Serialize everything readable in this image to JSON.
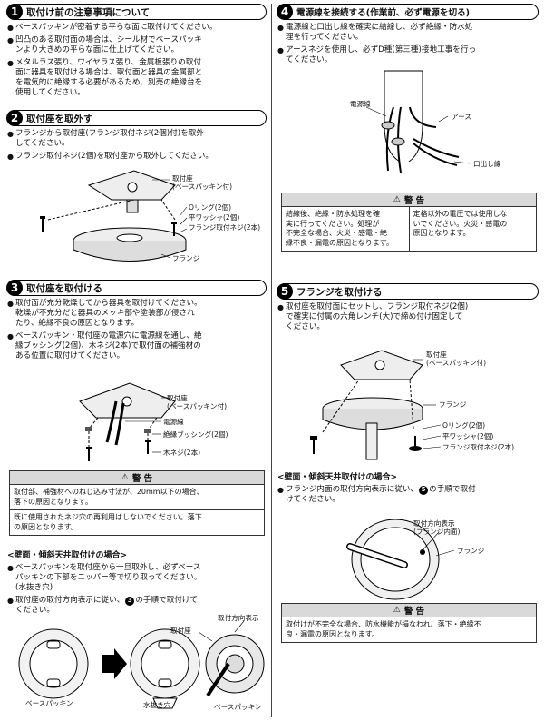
{
  "s1": {
    "num": "1",
    "title": "取付け前の注意事項について",
    "b1": "ベースパッキンが密着する平らな面に取付けてください。",
    "b2": [
      "凹凸のある取付面の場合は、シール材でベースパッキ",
      "ンより大きめの平らな面に仕上げてください。"
    ],
    "b3": [
      "メタルラス張り、ワイヤラス張り、金属板張りの取付",
      "面に器具を取付ける場合は、取付面と器具の金属部と",
      "を電気的に絶縁する必要があるため、別売の絶縁台を",
      "使用してください。"
    ]
  },
  "s2": {
    "num": "2",
    "title": "取付座を取外す",
    "b1": [
      "フランジから取付座(フランジ取付ネジ(2個)付)を取外",
      "してください。"
    ],
    "b2": "フランジ取付ネジ(2個)を取付座から取外してください。",
    "labels": {
      "seat": [
        "取付座",
        "(ベースパッキン付)"
      ],
      "oring": "Oリング(2個)",
      "washer": "平ワッシャ(2個)",
      "screw": "フランジ取付ネジ(2本)",
      "flange": "フランジ"
    }
  },
  "s3": {
    "num": "3",
    "title": "取付座を取付ける",
    "b1": [
      "取付面が充分乾燥してから器具を取付けてください。",
      "乾燥が不充分だと器具のメッキ部や塗装部が侵され",
      "たり、絶縁不良の原因となります。"
    ],
    "b2": [
      "ベースパッキン・取付座の電源穴に電源線を通し、絶",
      "縁ブッシング(2個)、木ネジ(2本)で取付面の補強材の",
      "ある位置に取付けてください。"
    ],
    "labels": {
      "seat": [
        "取付座",
        "(ベースパッキン付)"
      ],
      "power": "電源線",
      "bushing": "絶縁ブッシング(2個)",
      "wood": "木ネジ(2本)"
    },
    "warning": {
      "title": "警 告",
      "row1": [
        "取付部、補強材へのねじ込み寸法が、20mm以下の場合、",
        "落下の原因となります。"
      ],
      "row2": [
        "既に使用されたネジ穴の再利用はしないでください。落下",
        "の原因となります。"
      ]
    },
    "wall": {
      "title": "<壁面・傾斜天井取付けの場合>",
      "b1": [
        "ベースパッキンを取付座から一旦取外し、必ずベース",
        "パッキンの下部をニッパー等で切り取ってください。",
        "(水抜き穴)"
      ],
      "b2_pre": "取付座の取付方向表示に従い、",
      "b2_num": "3",
      "b2_post": "の手順で取付けて",
      "b2_line2": "ください。",
      "labels": {
        "seat": "取付座",
        "direction": "取付方向表示",
        "packing1": "ベースパッキン",
        "drain": "水抜き穴",
        "packing2": "ベースパッキン"
      }
    }
  },
  "s4": {
    "num": "4",
    "title": "電源線を接続する(作業前、必ず電源を切る)",
    "b1": [
      "電源線と口出し線を確実に結線し、必ず絶縁・防水処",
      "理を行ってください。"
    ],
    "b2": [
      "アースネジを使用し、必ずD種(第三種)接地工事を行っ",
      "てください。"
    ],
    "labels": {
      "power": "電源線",
      "earth": "アース",
      "lead": "口出し線"
    },
    "warning": {
      "title": "警 告",
      "left": [
        "結線後、絶縁・防水処理を確",
        "実に行ってください。処理が",
        "不完全な場合、火災・感電・絶",
        "縁不良・漏電の原因となります。"
      ],
      "right": [
        "定格以外の電圧では使用しな",
        "いでください。火災・感電の",
        "原因となります。"
      ]
    }
  },
  "s5": {
    "num": "5",
    "title": "フランジを取付ける",
    "b1": [
      "取付座を取付面にセットし、フランジ取付ネジ(2個)",
      "で確実に付属の六角レンチ(大)で締め付け固定して",
      "ください。"
    ],
    "labels": {
      "seat": [
        "取付座",
        "(ベースパッキン付)"
      ],
      "flange": "フランジ",
      "oring": "Oリング(2個)",
      "washer": "平ワッシャ(2個)",
      "screw": "フランジ取付ネジ(2本)"
    },
    "wall": {
      "title": "<壁面・傾斜天井取付けの場合>",
      "b1_pre": "フランジ内面の取付方向表示に従い、",
      "b1_num": "5",
      "b1_post": "の手順で取付",
      "b1_line2": "けてください。",
      "labels": {
        "direction": [
          "取付方向表示",
          "(フランジ内面)"
        ],
        "flange": "フランジ"
      }
    },
    "warning": {
      "title": "警 告",
      "text": [
        "取付けが不完全な場合、防水機能が損なわれ、落下・絶縁不",
        "良・漏電の原因となります。"
      ]
    }
  }
}
